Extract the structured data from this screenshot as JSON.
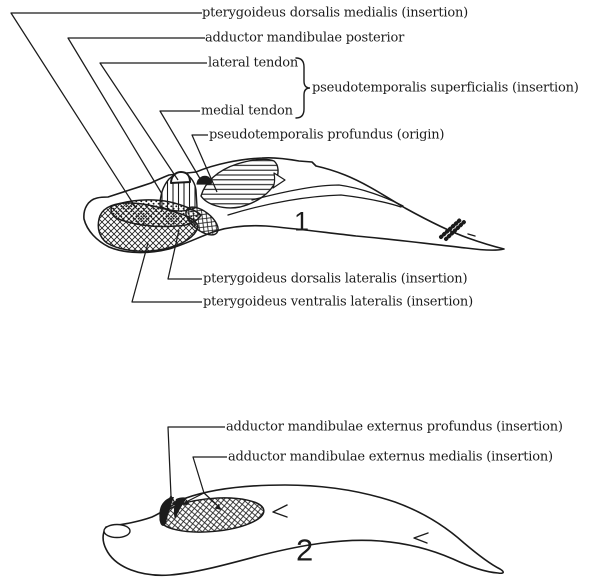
{
  "figure1": {
    "number": "1",
    "labels": {
      "pterygoideus_dorsalis_medialis": "pterygoideus dorsalis medialis (insertion)",
      "adductor_mandibulae_posterior": "adductor mandibulae posterior",
      "lateral_tendon": "lateral tendon",
      "pseudotemporalis_superficialis": "pseudotemporalis superficialis (insertion)",
      "medial_tendon": "medial tendon",
      "pseudotemporalis_profundus": "pseudotemporalis profundus (origin)",
      "pterygoideus_dorsalis_lateralis": "pterygoideus dorsalis lateralis (insertion)",
      "pterygoideus_ventralis_lateralis": "pterygoideus ventralis lateralis (insertion)"
    }
  },
  "figure2": {
    "number": "2",
    "labels": {
      "adductor_mandibulae_externus_profundus": "adductor mandibulae externus profundus (insertion)",
      "adductor_mandibulae_externus_medialis": "adductor mandibulae externus medialis (insertion)"
    }
  },
  "colors": {
    "ink": "#1b1b1b",
    "paper": "#ffffff"
  },
  "textures": [
    "crosshatch",
    "vertical-hatch",
    "horizontal-hatch",
    "stipple"
  ]
}
